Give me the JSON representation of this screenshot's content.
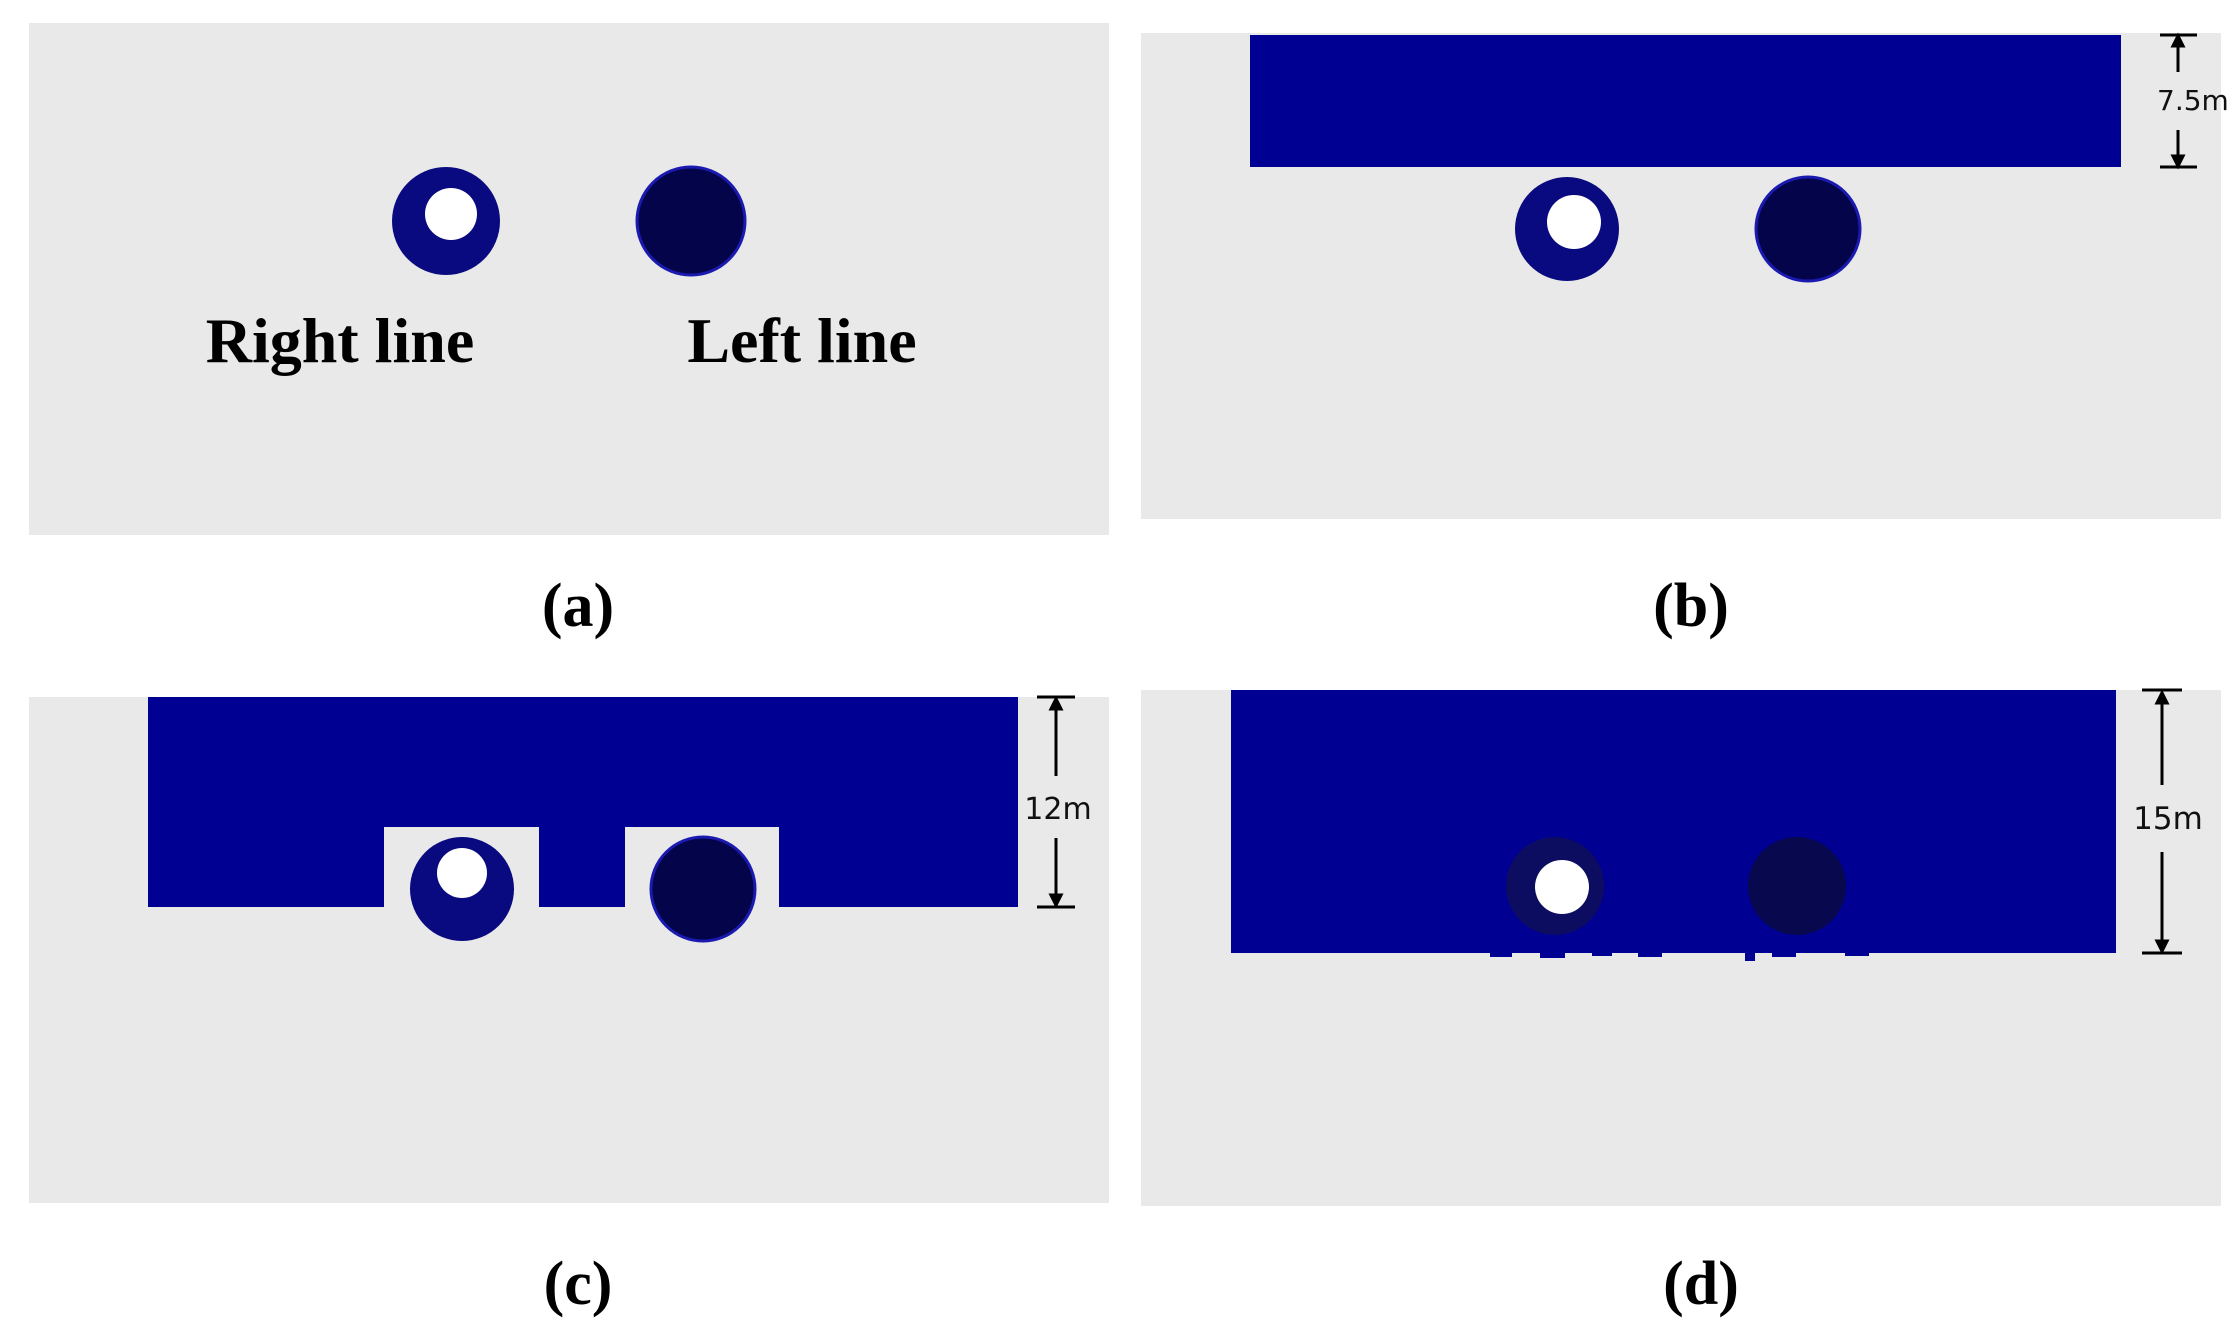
{
  "colors": {
    "background": "#e9e9e9",
    "soil_block": "#000092",
    "tunnel_ring": "#0a0a80",
    "tunnel_solid": "#04044a",
    "tunnel_hole": "#ffffff"
  },
  "panel_a": {
    "label_right": "Right line",
    "label_left": "Left line",
    "caption": "(a)"
  },
  "panel_b": {
    "dimension": "7.5m",
    "caption": "(b)"
  },
  "panel_c": {
    "dimension": "12m",
    "caption": "(c)"
  },
  "panel_d": {
    "dimension": "15m",
    "caption": "(d)"
  }
}
